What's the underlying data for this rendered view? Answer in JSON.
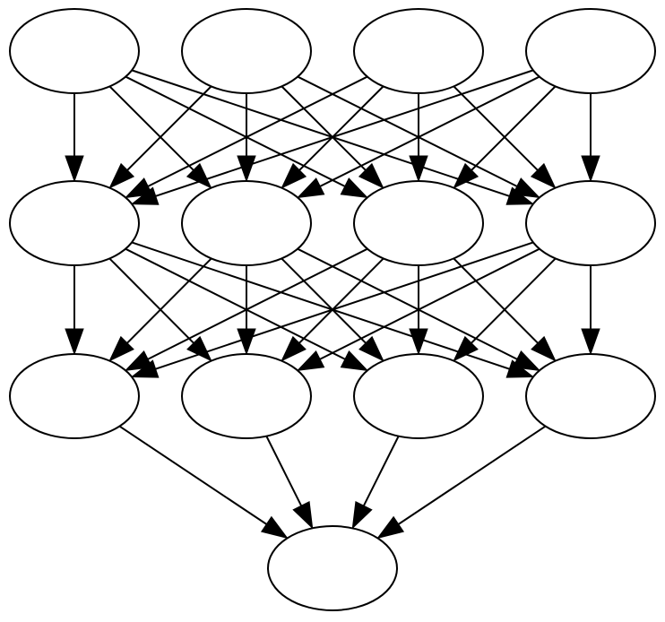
{
  "diagram": {
    "type": "directed-graph",
    "colors": {
      "node_fill": "#ffffff",
      "stroke": "#000000",
      "background": "#ffffff"
    },
    "layers": [
      {
        "name": "layer-1",
        "nodes": [
          "n1",
          "n2",
          "n3",
          "n4"
        ]
      },
      {
        "name": "layer-2",
        "nodes": [
          "n5",
          "n6",
          "n7",
          "n8"
        ]
      },
      {
        "name": "layer-3",
        "nodes": [
          "n9",
          "n10",
          "n11",
          "n12"
        ]
      },
      {
        "name": "layer-4",
        "nodes": [
          "n13"
        ]
      }
    ],
    "nodes": [
      {
        "id": "n1",
        "label": ""
      },
      {
        "id": "n2",
        "label": ""
      },
      {
        "id": "n3",
        "label": ""
      },
      {
        "id": "n4",
        "label": ""
      },
      {
        "id": "n5",
        "label": ""
      },
      {
        "id": "n6",
        "label": ""
      },
      {
        "id": "n7",
        "label": ""
      },
      {
        "id": "n8",
        "label": ""
      },
      {
        "id": "n9",
        "label": ""
      },
      {
        "id": "n10",
        "label": ""
      },
      {
        "id": "n11",
        "label": ""
      },
      {
        "id": "n12",
        "label": ""
      },
      {
        "id": "n13",
        "label": ""
      }
    ],
    "edges": [
      [
        "n1",
        "n5"
      ],
      [
        "n1",
        "n6"
      ],
      [
        "n1",
        "n7"
      ],
      [
        "n1",
        "n8"
      ],
      [
        "n2",
        "n5"
      ],
      [
        "n2",
        "n6"
      ],
      [
        "n2",
        "n7"
      ],
      [
        "n2",
        "n8"
      ],
      [
        "n3",
        "n5"
      ],
      [
        "n3",
        "n6"
      ],
      [
        "n3",
        "n7"
      ],
      [
        "n3",
        "n8"
      ],
      [
        "n4",
        "n5"
      ],
      [
        "n4",
        "n6"
      ],
      [
        "n4",
        "n7"
      ],
      [
        "n4",
        "n8"
      ],
      [
        "n5",
        "n9"
      ],
      [
        "n5",
        "n10"
      ],
      [
        "n5",
        "n11"
      ],
      [
        "n5",
        "n12"
      ],
      [
        "n6",
        "n9"
      ],
      [
        "n6",
        "n10"
      ],
      [
        "n6",
        "n11"
      ],
      [
        "n6",
        "n12"
      ],
      [
        "n7",
        "n9"
      ],
      [
        "n7",
        "n10"
      ],
      [
        "n7",
        "n11"
      ],
      [
        "n7",
        "n12"
      ],
      [
        "n8",
        "n9"
      ],
      [
        "n8",
        "n10"
      ],
      [
        "n8",
        "n11"
      ],
      [
        "n8",
        "n12"
      ],
      [
        "n9",
        "n13"
      ],
      [
        "n10",
        "n13"
      ],
      [
        "n11",
        "n13"
      ],
      [
        "n12",
        "n13"
      ]
    ]
  }
}
